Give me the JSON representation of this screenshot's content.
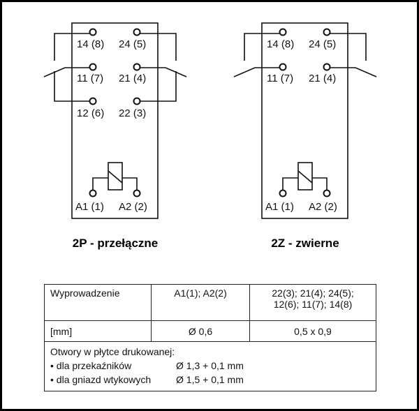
{
  "diagram_2p": {
    "pins": [
      "14 (8)",
      "24 (5)",
      "11 (7)",
      "21 (4)",
      "12 (6)",
      "22 (3)"
    ],
    "coil": [
      "A1 (1)",
      "A2 (2)"
    ],
    "caption": "2P - przełączne"
  },
  "diagram_2z": {
    "pins": [
      "14 (8)",
      "24 (5)",
      "11 (7)",
      "21 (4)"
    ],
    "coil": [
      "A1 (1)",
      "A2 (2)"
    ],
    "caption": "2Z - zwierne"
  },
  "table": {
    "row1": [
      "Wyprowadzenie",
      "A1(1); A2(2)",
      "22(3); 21(4); 24(5);",
      "12(6); 11(7); 14(8)"
    ],
    "row2": [
      "[mm]",
      "Ø 0,6",
      "0,5 x 0,9"
    ],
    "note_title": "Otwory w płytce drukowanej:",
    "note_lines": [
      {
        "label": "• dla przekaźników",
        "value": "Ø 1,3 + 0,1 mm"
      },
      {
        "label": "• dla gniazd wtykowych",
        "value": "Ø 1,5 + 0,1 mm"
      }
    ]
  }
}
